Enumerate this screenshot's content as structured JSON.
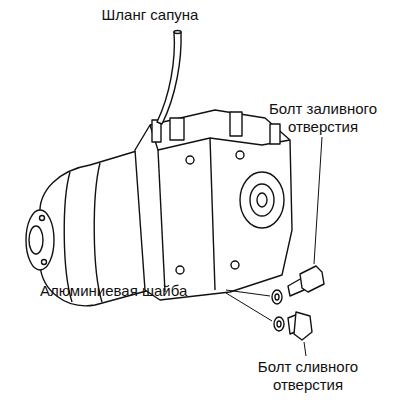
{
  "diagram": {
    "labels": [
      "Шланг сапуна",
      "Болт заливного отверстия",
      "Алюминиевая шайба",
      "Болт сливного отверстия"
    ]
  }
}
